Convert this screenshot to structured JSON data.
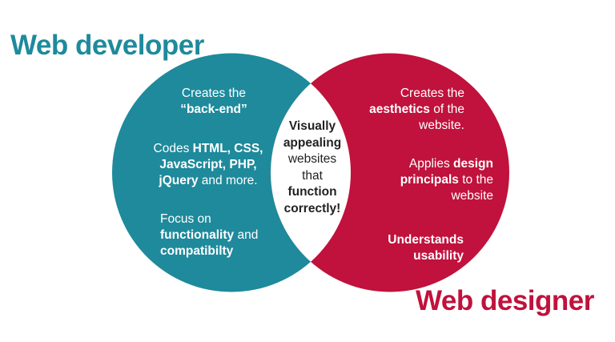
{
  "colors": {
    "developer": "#1E8A9C",
    "designer": "#C0123C",
    "overlap": "#FFFFFF",
    "center_text": "#222222"
  },
  "titles": {
    "developer": "Web developer",
    "designer": "Web designer"
  },
  "developer": {
    "p1": {
      "a": "Creates the",
      "b": "“back-end”"
    },
    "p2": {
      "a": "Codes ",
      "b": "HTML, CSS,",
      "c": "JavaScript, PHP,",
      "d": "jQuery",
      "e": " and more."
    },
    "p3": {
      "a": "Focus on",
      "b": "functionality",
      "c": " and",
      "d": "compatibilty"
    }
  },
  "overlap": {
    "l1": "Visually",
    "l2": "appealing",
    "l3": "websites",
    "l4": "that",
    "l5": "function",
    "l6": "correctly!"
  },
  "designer": {
    "p1": {
      "a": "Creates the",
      "b": "aesthetics",
      "c": " of the",
      "d": "website."
    },
    "p2": {
      "a": "Applies ",
      "b": "design",
      "c": "principals",
      "d": " to the",
      "e": "website"
    },
    "p3": {
      "a": "Understands",
      "b": "usability"
    }
  }
}
